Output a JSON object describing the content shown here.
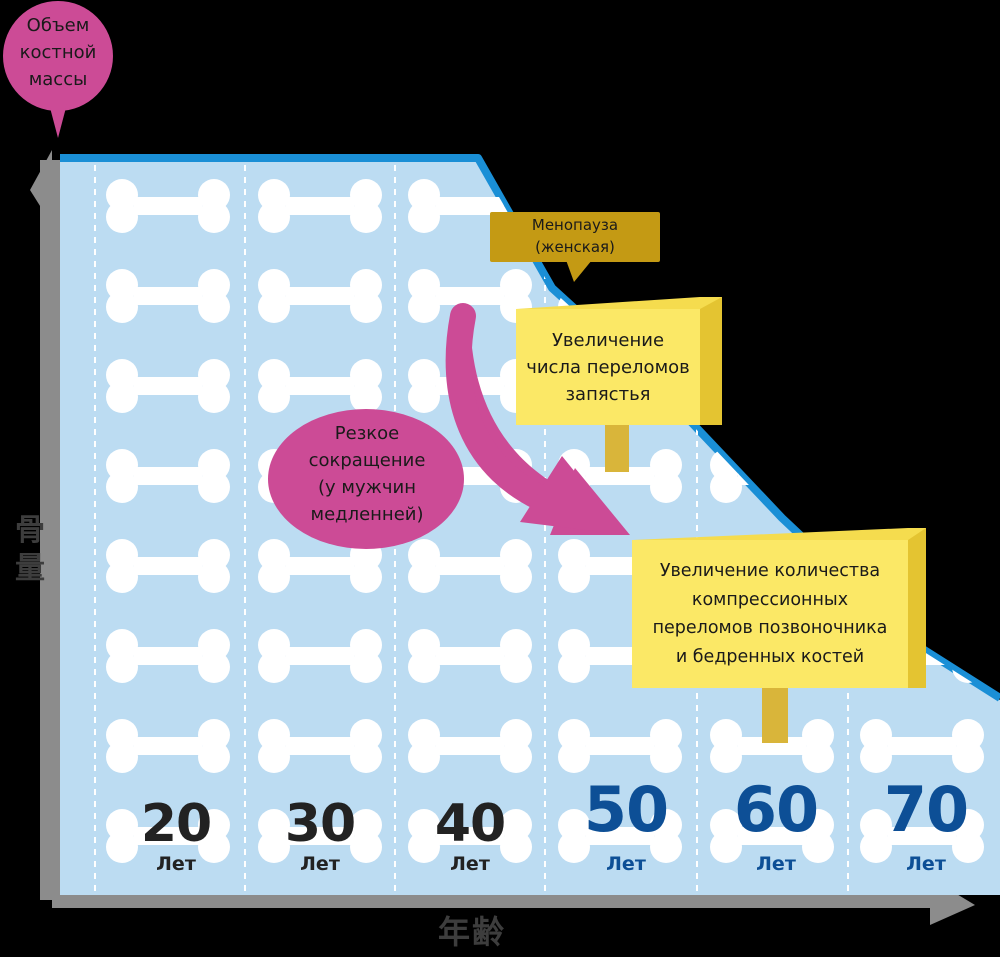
{
  "y_axis": {
    "bubble_line1": "Объем",
    "bubble_line2": "костной",
    "bubble_line3": "массы",
    "side_char1": "骨",
    "side_char2": "量"
  },
  "x_axis": {
    "label": "年齢"
  },
  "ages": [
    {
      "number": "20",
      "unit": "Лет",
      "highlight": false
    },
    {
      "number": "30",
      "unit": "Лет",
      "highlight": false
    },
    {
      "number": "40",
      "unit": "Лет",
      "highlight": false
    },
    {
      "number": "50",
      "unit": "Лет",
      "highlight": true
    },
    {
      "number": "60",
      "unit": "Лет",
      "highlight": true
    },
    {
      "number": "70",
      "unit": "Лет",
      "highlight": true
    }
  ],
  "menopause": {
    "line1": "Менопауза",
    "line2": "(женская)"
  },
  "sharp_decline": {
    "line1": "Резкое",
    "line2": "сокращение",
    "line3": "(у мужчин",
    "line4": "медленней)"
  },
  "sign_wrist": {
    "line1": "Увеличение",
    "line2": "числа переломов",
    "line3": "запястья"
  },
  "sign_spine": {
    "line1": "Увеличение количества",
    "line2": "компрессионных",
    "line3": "переломов позвоночника",
    "line4": "и бедренных костей"
  },
  "colors": {
    "panel_fill": "#bcdcf2",
    "panel_edge": "#1a8fd6",
    "bone": "#ffffff",
    "age_dark": "#222222",
    "age_blue": "#0d4f96",
    "magenta": "#cc4b96",
    "sign_yellow": "#fbe866",
    "sign_side": "#e4c431",
    "post": "#d9b53a",
    "menopause_tag": "#c49a14",
    "axis_gray": "#8c8c8c"
  }
}
